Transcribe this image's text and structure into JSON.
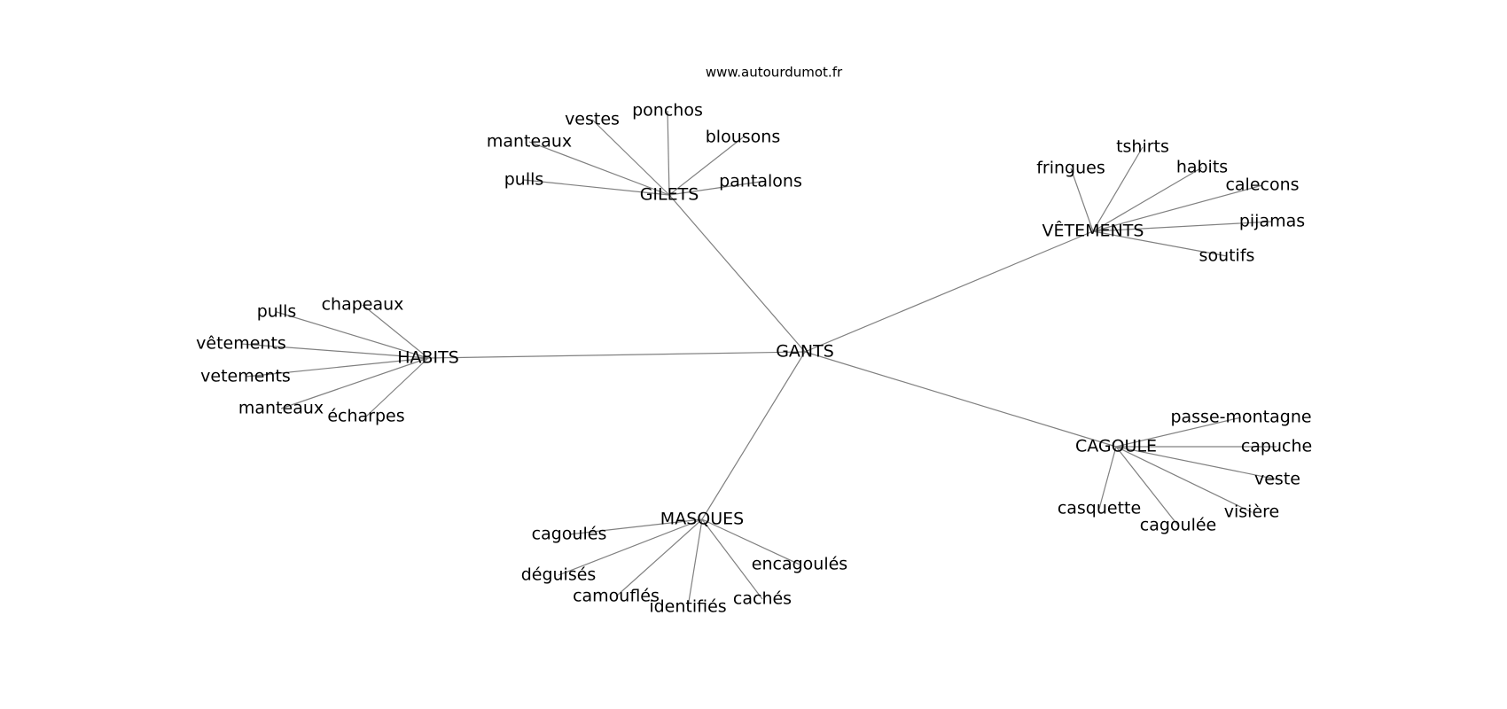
{
  "watermark": "www.autourdumot.fr",
  "center": "GANTS",
  "groups": [
    {
      "id": "gilets",
      "label": "GILETS",
      "words": [
        "vestes",
        "ponchos",
        "blousons",
        "manteaux",
        "pulls",
        "pantalons"
      ]
    },
    {
      "id": "vetements",
      "label": "VÊTEMENTS",
      "words": [
        "fringues",
        "tshirts",
        "habits",
        "calecons",
        "pijamas",
        "soutifs"
      ]
    },
    {
      "id": "habits",
      "label": "HABITS",
      "words": [
        "pulls",
        "chapeaux",
        "vêtements",
        "vetements",
        "manteaux",
        "écharpes"
      ]
    },
    {
      "id": "cagoule",
      "label": "CAGOULE",
      "words": [
        "passe-montagne",
        "capuche",
        "veste",
        "visière",
        "casquette",
        "cagoulée"
      ]
    },
    {
      "id": "masques",
      "label": "MASQUES",
      "words": [
        "cagoulés",
        "déguisés",
        "camouflés",
        "identifiés",
        "cachés",
        "encagoulés"
      ]
    }
  ]
}
